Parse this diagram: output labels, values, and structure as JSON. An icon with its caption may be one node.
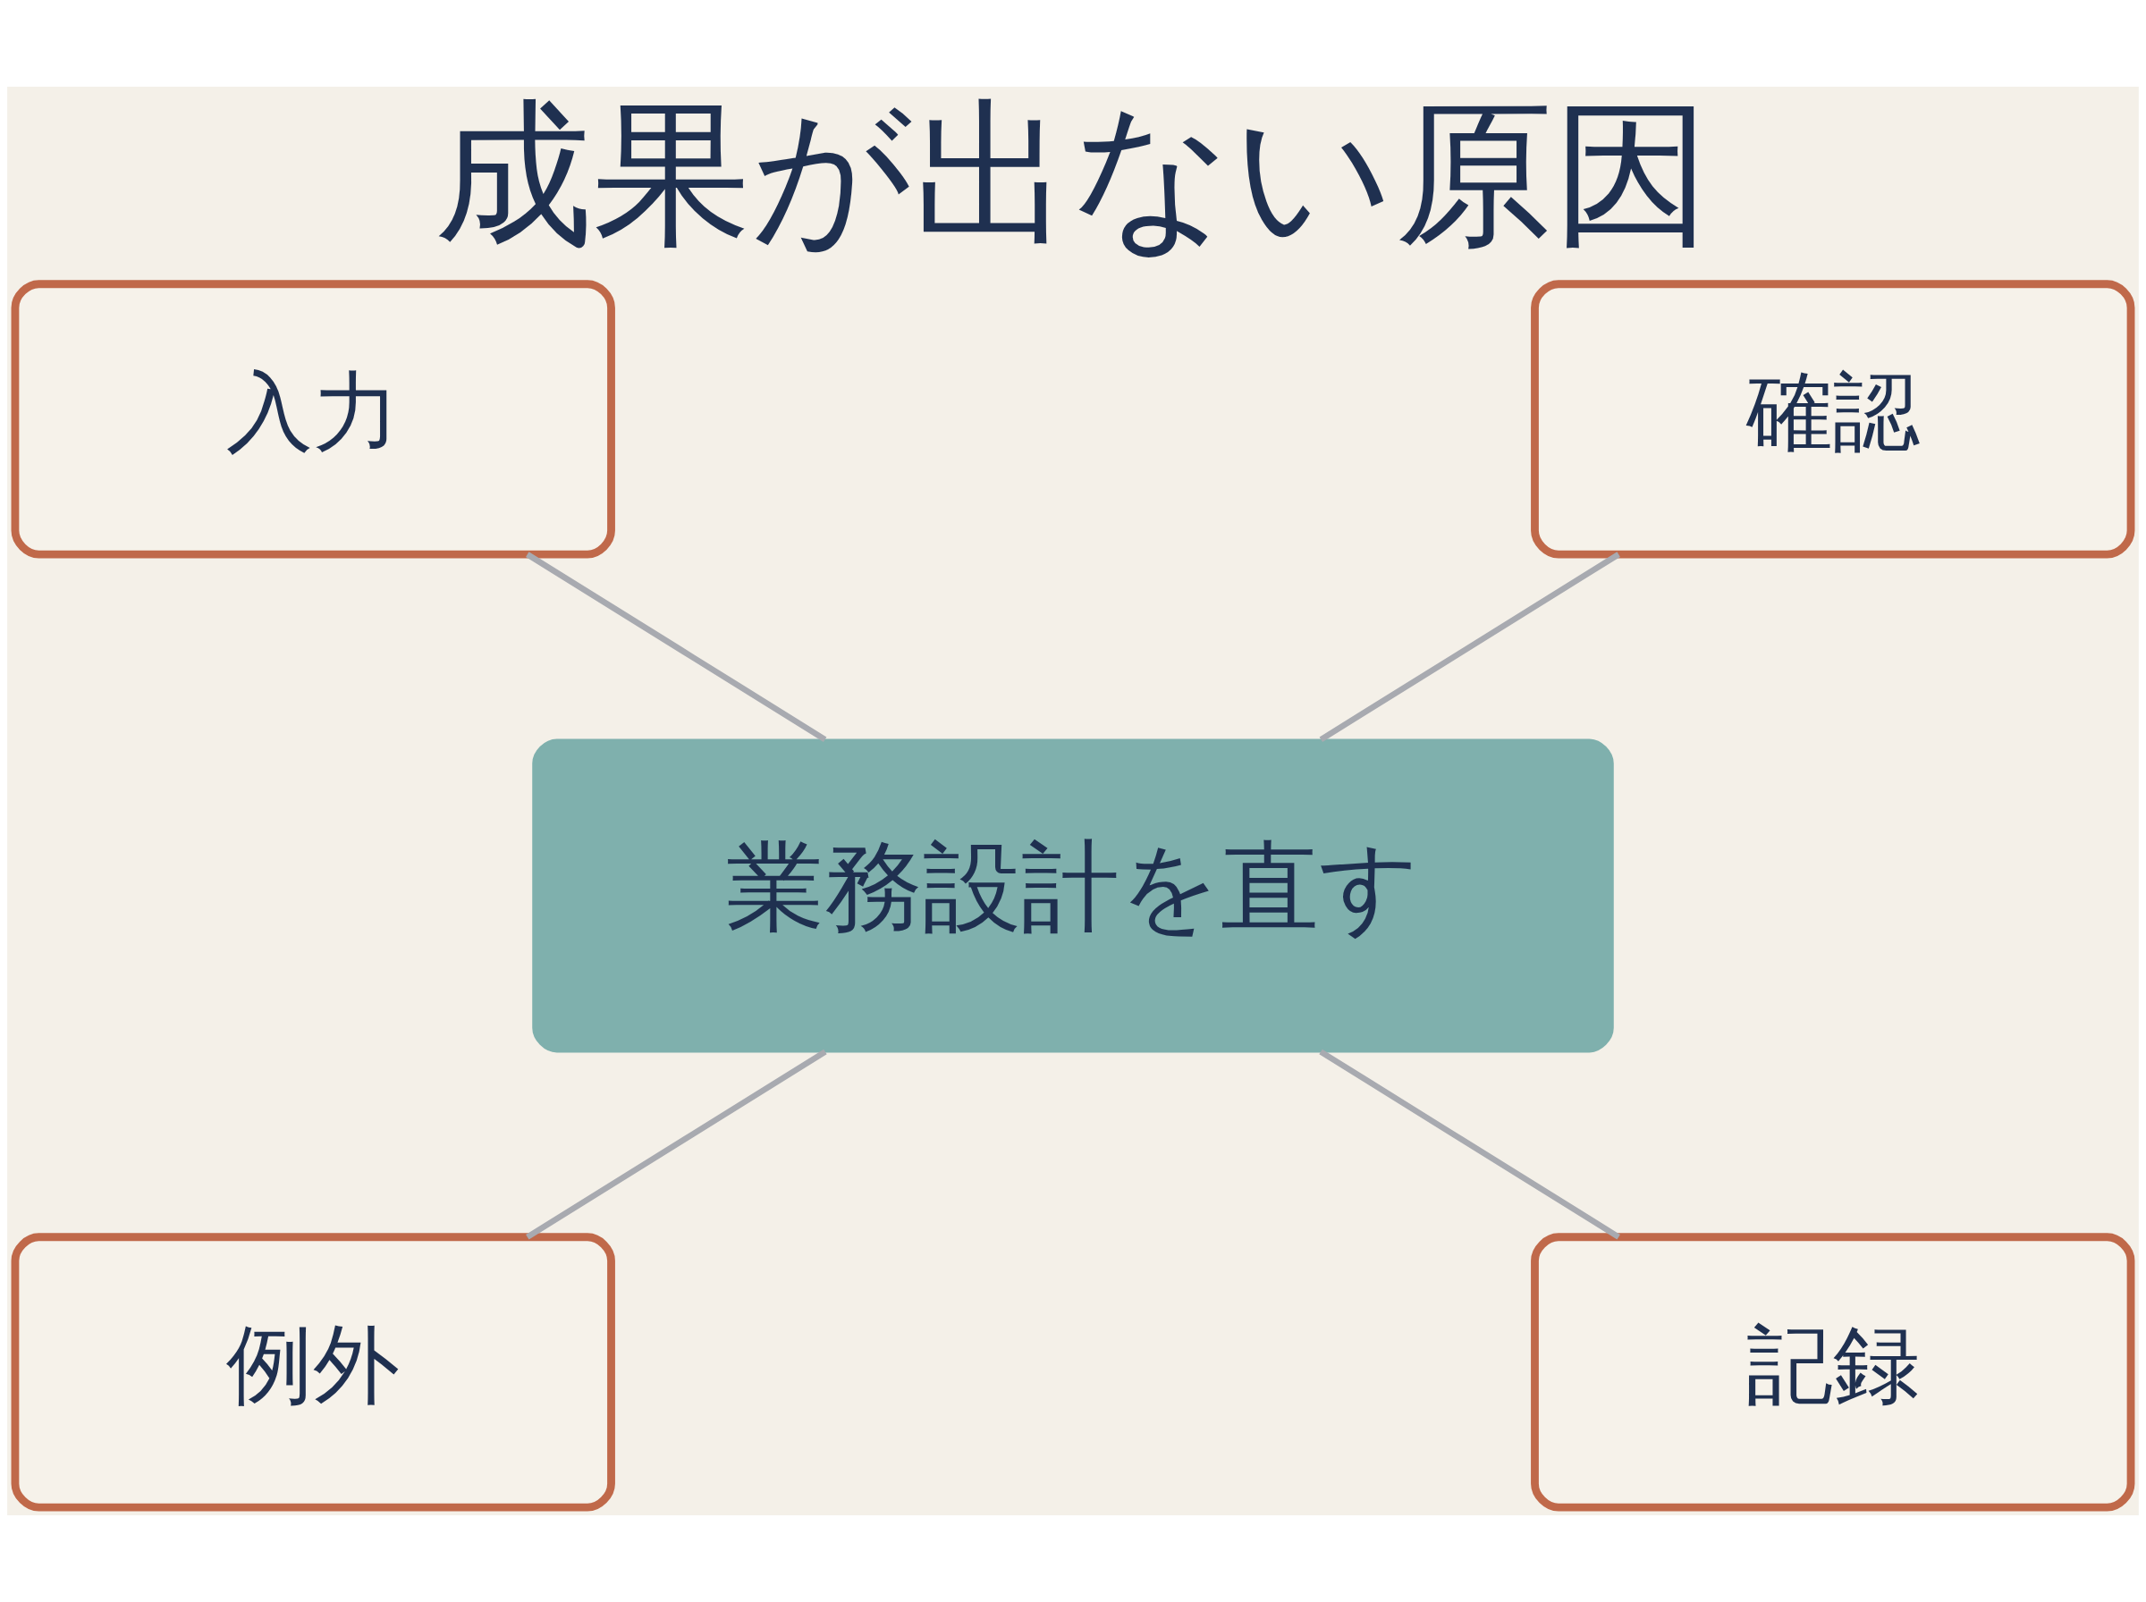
{
  "diagram": {
    "title": "成果が出ない原因",
    "nodes": [
      {
        "text": [
          "入力"
        ]
      },
      {
        "text": [
          "確認"
        ]
      },
      {
        "text": [
          "業務設計を直す"
        ]
      },
      {
        "text": [
          "例外"
        ]
      },
      {
        "text": [
          "記録"
        ]
      }
    ],
    "edges": [
      {
        "from": 0,
        "to": 2,
        "arrow": "none"
      },
      {
        "from": 1,
        "to": 2,
        "arrow": "none"
      },
      {
        "from": 2,
        "to": 3,
        "arrow": "none"
      },
      {
        "from": 2,
        "to": 4,
        "arrow": "none"
      }
    ]
  }
}
